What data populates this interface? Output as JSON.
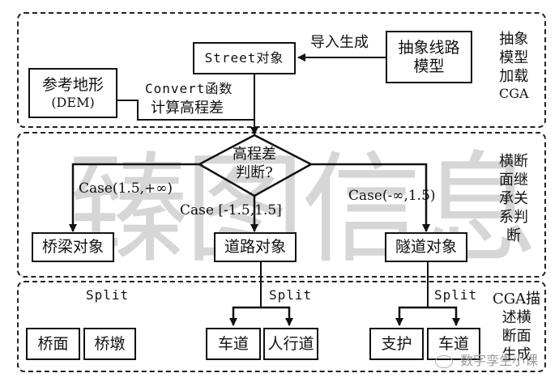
{
  "watermark": {
    "text_chars": [
      "臻",
      "图",
      "信",
      "息"
    ]
  },
  "brand_watermark": {
    "icon": "wechat-icon",
    "text": "数字孪生小课"
  },
  "panels": {
    "top": {
      "side_label": [
        "抽象",
        "模型",
        "加载",
        "CGA"
      ]
    },
    "middle": {
      "side_label": [
        "横断",
        "面继",
        "承关",
        "系判",
        "断"
      ]
    },
    "bottom": {
      "side_label": [
        "CGA描",
        "述横",
        "断面",
        "生成"
      ]
    }
  },
  "nodes": {
    "abstract_route_model": {
      "lines": [
        "抽象线路",
        "模型"
      ]
    },
    "street_object": {
      "label": "Street对象"
    },
    "reference_terrain": {
      "lines": [
        "参考地形",
        "(DEM)"
      ]
    },
    "elevation_decision": {
      "lines": [
        "高程差",
        "判断?"
      ]
    },
    "bridge_object": {
      "label": "桥梁对象"
    },
    "road_object": {
      "label": "道路对象"
    },
    "tunnel_object": {
      "label": "隧道对象"
    },
    "bridge_deck": {
      "label": "桥面"
    },
    "bridge_pier": {
      "label": "桥墩"
    },
    "road_lane": {
      "label": "车道"
    },
    "sidewalk": {
      "label": "人行道"
    },
    "tunnel_support": {
      "label": "支护"
    },
    "tunnel_lane": {
      "label": "车道"
    }
  },
  "edges": {
    "import_generate": "导入生成",
    "convert_line1": "Convert函数",
    "convert_line2": "计算高程差",
    "case_bridge": "Case(1.5,+∞)",
    "case_road": "Case [-1.5,1.5]",
    "case_tunnel": "Case(-∞,1.5)",
    "split_bridge": "Split",
    "split_road": "Split",
    "split_tunnel": "Split"
  }
}
